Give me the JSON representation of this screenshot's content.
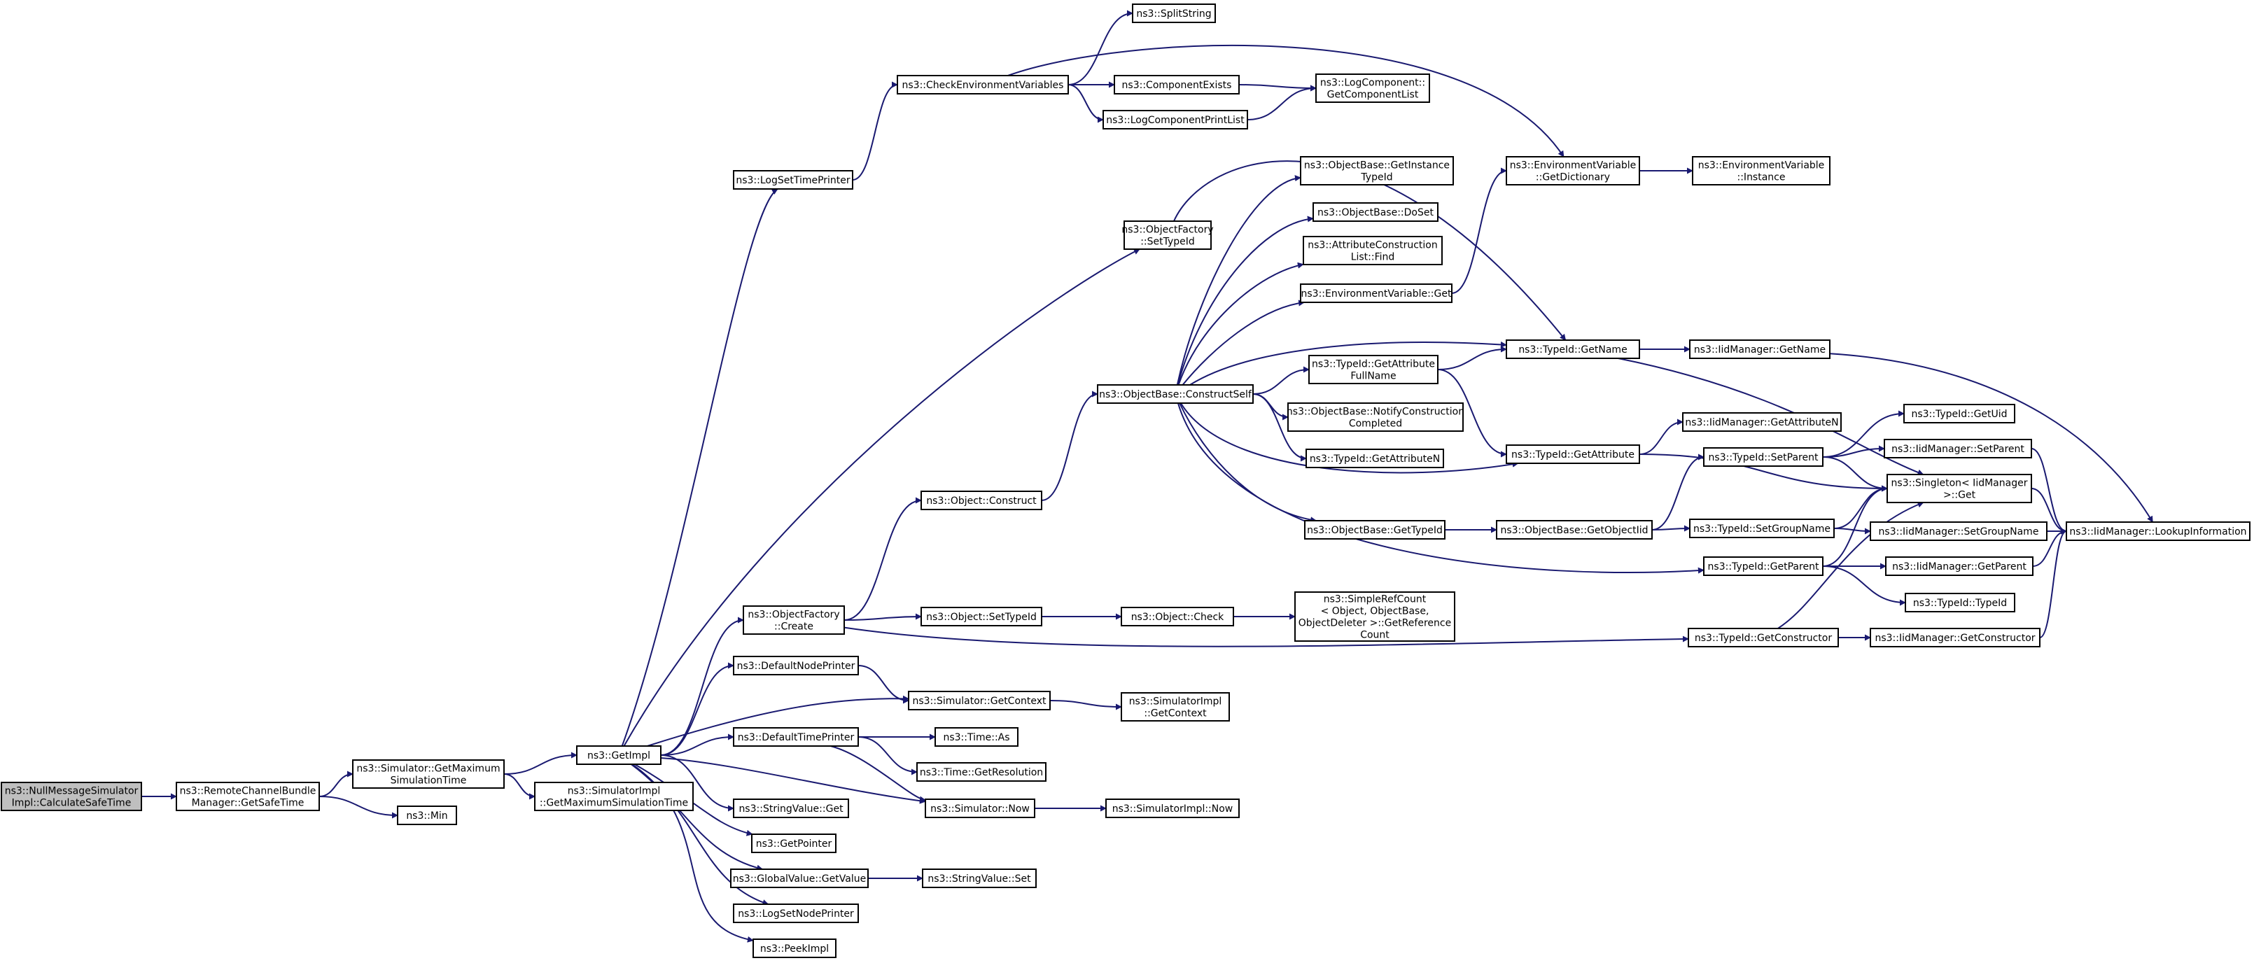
{
  "colors": {
    "edge": "#191970",
    "node_border": "#000000",
    "node_fill": "#ffffff",
    "root_fill": "#bfbfbf"
  },
  "nodes": {
    "n1": [
      "ns3::NullMessageSimulator",
      "Impl::CalculateSafeTime"
    ],
    "n2": [
      "ns3::RemoteChannelBundle",
      "Manager::GetSafeTime"
    ],
    "n3": [
      "ns3::Simulator::GetMaximum",
      "SimulationTime"
    ],
    "n4": [
      "ns3::Min"
    ],
    "n5": [
      "ns3::GetImpl"
    ],
    "n6": [
      "ns3::SimulatorImpl",
      "::GetMaximumSimulationTime"
    ],
    "n7": [
      "ns3::LogSetTimePrinter"
    ],
    "n8": [
      "ns3::ObjectFactory",
      "::SetTypeId"
    ],
    "n9": [
      "ns3::ObjectFactory",
      "::Create"
    ],
    "n10": [
      "ns3::DefaultNodePrinter"
    ],
    "n11": [
      "ns3::Simulator::GetContext"
    ],
    "n12": [
      "ns3::DefaultTimePrinter"
    ],
    "n13": [
      "ns3::StringValue::Get"
    ],
    "n14": [
      "ns3::GetPointer"
    ],
    "n15": [
      "ns3::GlobalValue::GetValue"
    ],
    "n16": [
      "ns3::LogSetNodePrinter"
    ],
    "n17": [
      "ns3::PeekImpl"
    ],
    "n18": [
      "ns3::Simulator::Now"
    ],
    "n19": [
      "ns3::CheckEnvironmentVariables"
    ],
    "n20": [
      "ns3::SplitString"
    ],
    "n21": [
      "ns3::ComponentExists"
    ],
    "n22": [
      "ns3::LogComponentPrintList"
    ],
    "n23": [
      "ns3::LogComponent::",
      "GetComponentList"
    ],
    "n24": [
      "ns3::EnvironmentVariable",
      "::GetDictionary"
    ],
    "n25": [
      "ns3::EnvironmentVariable",
      "::Instance"
    ],
    "n26": [
      "ns3::Object::Construct"
    ],
    "n27": [
      "ns3::ObjectBase::ConstructSelf"
    ],
    "n28": [
      "ns3::ObjectBase::GetInstance",
      "TypeId"
    ],
    "n29": [
      "ns3::ObjectBase::DoSet"
    ],
    "n30": [
      "ns3::AttributeConstruction",
      "List::Find"
    ],
    "n31": [
      "ns3::EnvironmentVariable::Get"
    ],
    "n32": [
      "ns3::TypeId::GetAttribute",
      "FullName"
    ],
    "n33": [
      "ns3::ObjectBase::NotifyConstruction",
      "Completed"
    ],
    "n34": [
      "ns3::TypeId::GetAttributeN"
    ],
    "n35": [
      "ns3::ObjectBase::GetTypeId"
    ],
    "n36": [
      "ns3::TypeId::GetName"
    ],
    "n37": [
      "ns3::TypeId::GetAttribute"
    ],
    "n38": [
      "ns3::ObjectBase::GetObjectIid"
    ],
    "n39": [
      "ns3::IidManager::GetName"
    ],
    "n40": [
      "ns3::IidManager::GetAttributeN"
    ],
    "n41": [
      "ns3::TypeId::SetParent"
    ],
    "n42": [
      "ns3::TypeId::SetGroupName"
    ],
    "n43": [
      "ns3::TypeId::GetParent"
    ],
    "n44": [
      "ns3::TypeId::GetConstructor"
    ],
    "n45": [
      "ns3::Singleton< IidManager",
      " >::Get"
    ],
    "n46": [
      "ns3::TypeId::GetUid"
    ],
    "n47": [
      "ns3::IidManager::SetParent"
    ],
    "n48": [
      "ns3::IidManager::SetGroupName"
    ],
    "n49": [
      "ns3::IidManager::GetParent"
    ],
    "n50": [
      "ns3::TypeId::TypeId"
    ],
    "n51": [
      "ns3::IidManager::GetConstructor"
    ],
    "n52": [
      "ns3::IidManager::LookupInformation"
    ],
    "n53": [
      "ns3::Object::SetTypeId"
    ],
    "n54": [
      "ns3::Object::Check"
    ],
    "n55": [
      "ns3::SimpleRefCount",
      "< Object, ObjectBase,",
      " ObjectDeleter >::GetReference",
      "Count"
    ],
    "n56": [
      "ns3::SimulatorImpl",
      "::GetContext"
    ],
    "n57": [
      "ns3::Time::As"
    ],
    "n58": [
      "ns3::Time::GetResolution"
    ],
    "n59": [
      "ns3::SimulatorImpl::Now"
    ],
    "n60": [
      "ns3::StringValue::Set"
    ]
  }
}
